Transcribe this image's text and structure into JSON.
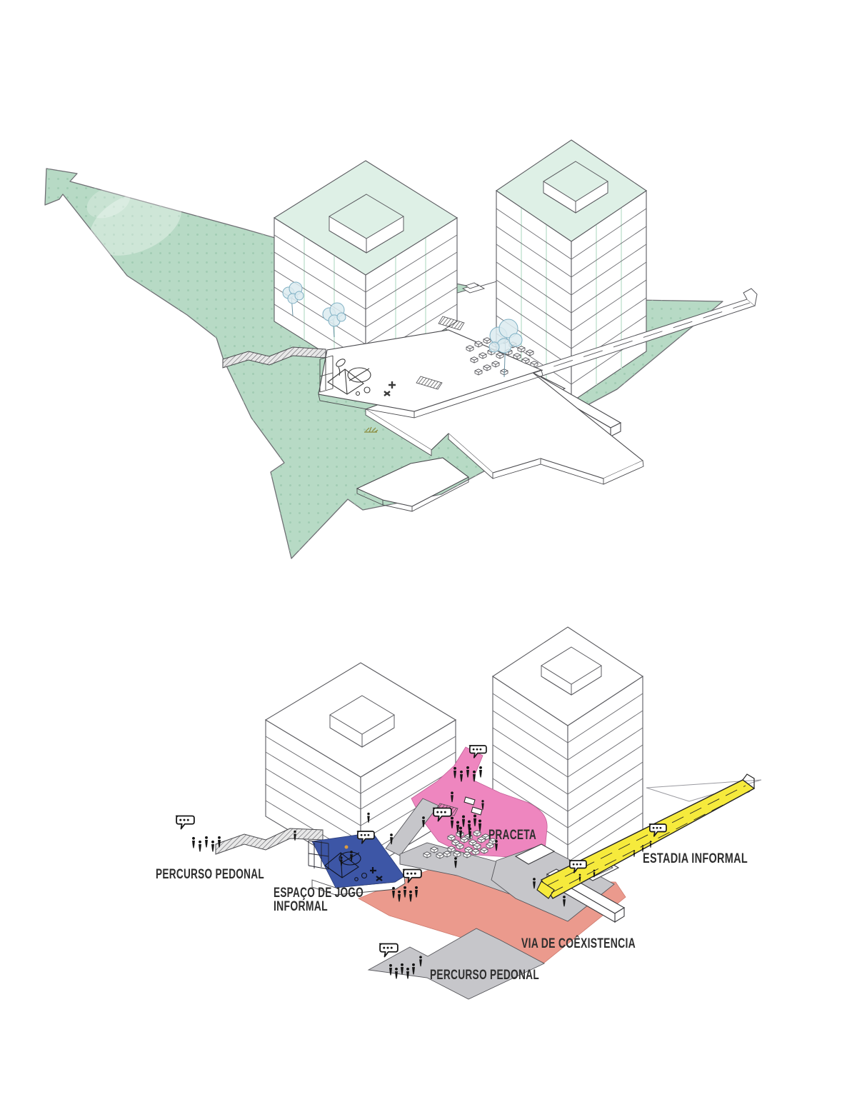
{
  "figure": {
    "description": "Two stacked axonometric architecture site diagrams: top landscape-connection diagram with green arrow, bottom public-space program diagram with colored zones"
  },
  "colors": {
    "landscape_green": "#b7dac5",
    "landscape_dots": "#9cc8ae",
    "roof_green": "#def0e6",
    "facade_mullion": "#c9e6d6",
    "outline": "#5b5b60",
    "praceta_pink": "#ee86bf",
    "jogo_blue": "#3d56a6",
    "via_salmon": "#eb9a8d",
    "estadia_yellow": "#f6ea3c",
    "path_gray": "#c6c6ca",
    "label_ink": "#2e2e2e",
    "figure_black": "#141414",
    "tree_teal": "#7fb0c4",
    "tree_fill": "#dcebf0",
    "accent_orange": "#dd9c3f",
    "moss_olive": "#8a8a3a"
  },
  "icons": {
    "speech_bubble": "three-dots-speech-bubble-icon",
    "person": "person-silhouette-icon",
    "cube": "seating-cube-icon",
    "tree": "tree-icon"
  },
  "bottom_diagram": {
    "labels": {
      "percurso_pedonal_left": "PERCURSO  PEDONAL",
      "espaco_de_jogo_line1": "ESPAÇO DE JOGO",
      "espaco_de_jogo_line2": "INFORMAL",
      "praceta": "PRACETA",
      "via_de_coexistencia": "VIA DE COÊXISTENCIA",
      "estadia_informal": "ESTADIA  INFORMAL",
      "percurso_pedonal_bottom": "PERCURSO  PEDONAL"
    },
    "zones": [
      {
        "key": "percurso_pedonal",
        "label": "PERCURSO  PEDONAL",
        "color": "#c6c6ca"
      },
      {
        "key": "espaco_de_jogo_informal",
        "label": "ESPAÇO DE JOGO INFORMAL",
        "color": "#3d56a6"
      },
      {
        "key": "praceta",
        "label": "PRACETA",
        "color": "#ee86bf"
      },
      {
        "key": "via_de_coexistencia",
        "label": "VIA DE COÊXISTENCIA",
        "color": "#eb9a8d"
      },
      {
        "key": "estadia_informal",
        "label": "ESTADIA  INFORMAL",
        "color": "#f6ea3c"
      }
    ]
  }
}
